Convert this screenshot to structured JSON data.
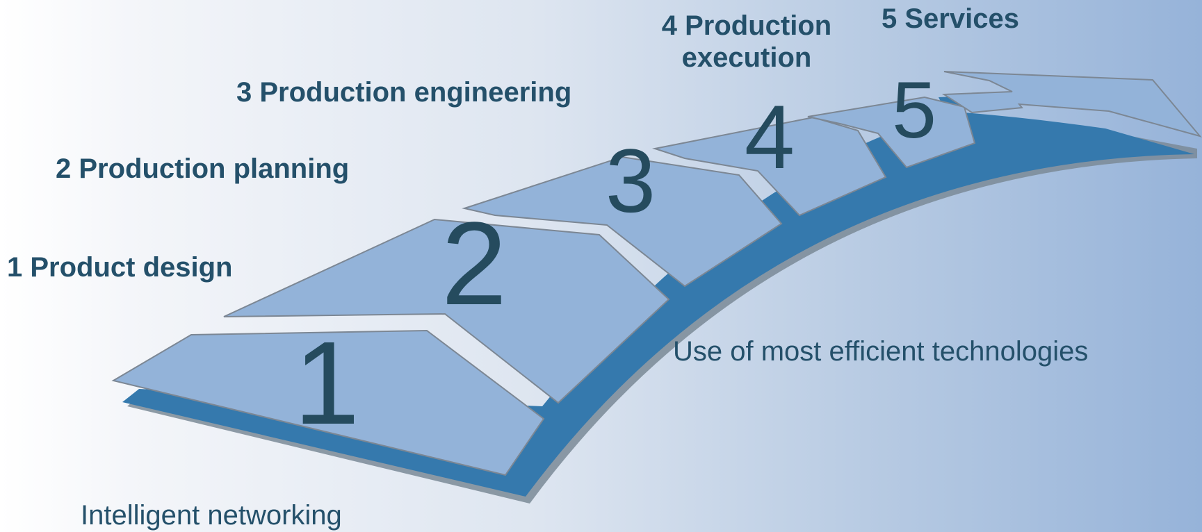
{
  "stages": [
    {
      "number": "1",
      "label": "1 Product design"
    },
    {
      "number": "2",
      "label": "2 Production planning"
    },
    {
      "number": "3",
      "label": "3 Production engineering"
    },
    {
      "number": "4",
      "label": "4 Production execution"
    },
    {
      "number": "5",
      "label": "5 Services"
    }
  ],
  "themes": {
    "networking": "Intelligent networking",
    "technologies": "Use of most efficient technologies"
  },
  "colors": {
    "panel": "#93b3d9",
    "band": "#3579ad",
    "band_shadow": "#7a8a96",
    "text": "#24506a",
    "numeral": "#254b5e"
  }
}
